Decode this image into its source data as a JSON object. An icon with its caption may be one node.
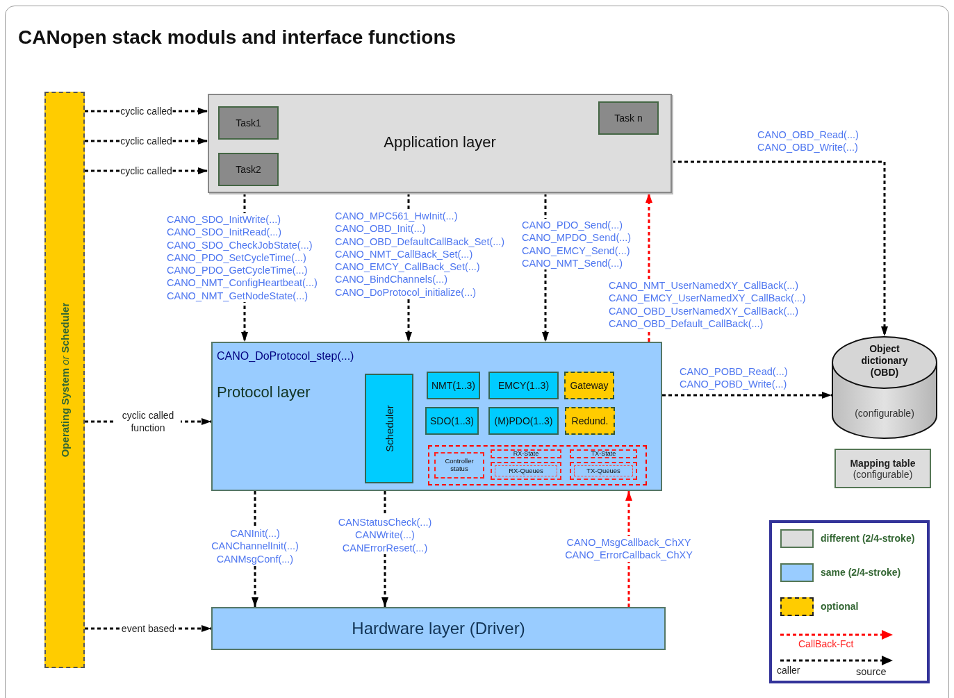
{
  "diagram": {
    "title": "CANopen stack moduls and interface functions",
    "nodes": [
      {
        "text": [
          "**Operating System** *or* **Scheduler**"
        ]
      },
      {
        "text": [
          "Application layer"
        ]
      },
      {
        "text": [
          "Task1"
        ],
        "in": 1
      },
      {
        "text": [
          "Task2"
        ],
        "in": 1
      },
      {
        "text": [
          "Task n"
        ],
        "in": 1
      },
      {
        "text": [
          "CANO_DoProtocol_step(...)",
          "Protocol layer"
        ]
      },
      {
        "text": [
          "Scheduler"
        ],
        "in": 5
      },
      {
        "text": [
          "NMT(1..3)"
        ],
        "in": 5
      },
      {
        "text": [
          "EMCY(1..3)"
        ],
        "in": 5
      },
      {
        "text": [
          "Gateway"
        ],
        "in": 5
      },
      {
        "text": [
          "SDO(1..3)"
        ],
        "in": 5
      },
      {
        "text": [
          "(M)PDO(1..3)"
        ],
        "in": 5
      },
      {
        "text": [
          "Redund."
        ],
        "in": 5
      },
      {
        "text": [],
        "shape": "box",
        "in": 5
      },
      {
        "text": [
          "Controller status"
        ],
        "in": 13
      },
      {
        "text": [
          "RX-State"
        ],
        "in": 13
      },
      {
        "text": [
          "TX-State"
        ],
        "in": 13
      },
      {
        "text": [
          "RX-Queues"
        ],
        "in": 13
      },
      {
        "text": [
          "TX-Queues"
        ],
        "in": 13
      },
      {
        "text": [
          "Hardware layer (Driver)"
        ]
      },
      {
        "text": [
          "Object dictionary (OBD)",
          "(configurable)"
        ]
      },
      {
        "text": [
          "Mapping table",
          "(configurable)"
        ]
      }
    ],
    "edges": [
      {
        "from": 0,
        "to": 1,
        "arrow": "to",
        "label": "cyclic called",
        "style": "dashed"
      },
      {
        "from": 0,
        "to": 1,
        "arrow": "to",
        "label": "cyclic called",
        "style": "dashed"
      },
      {
        "from": 0,
        "to": 1,
        "arrow": "to",
        "label": "cyclic called",
        "style": "dashed"
      },
      {
        "from": 0,
        "to": 5,
        "arrow": "to",
        "label": "cyclic called function",
        "style": "dashed"
      },
      {
        "from": 0,
        "to": 19,
        "arrow": "to",
        "label": "event based",
        "style": "dashed"
      },
      {
        "from": 1,
        "to": 5,
        "arrow": "to",
        "style": "dashed"
      },
      {
        "from": 1,
        "to": 5,
        "arrow": "to",
        "style": "dashed"
      },
      {
        "from": 1,
        "to": 5,
        "arrow": "to",
        "style": "dashed"
      },
      {
        "from": 5,
        "to": 1,
        "arrow": "to",
        "style": "dashed",
        "color": "#ff0000"
      },
      {
        "from": 1,
        "to": 20,
        "arrow": "to",
        "style": "dashed"
      },
      {
        "from": 5,
        "to": 20,
        "arrow": "to",
        "style": "dashed"
      },
      {
        "from": 5,
        "to": 19,
        "arrow": "to",
        "style": "dashed"
      },
      {
        "from": 5,
        "to": 19,
        "arrow": "to",
        "style": "dashed"
      },
      {
        "from": 19,
        "to": 5,
        "arrow": "to",
        "style": "dashed",
        "color": "#ff0000"
      }
    ],
    "labels": [
      "CANO_OBD_Read(...)",
      "CANO_OBD_Write(...)",
      "CANO_SDO_InitWrite(...)",
      "CANO_SDO_InitRead(...)",
      "CANO_SDO_CheckJobState(...)",
      "CANO_PDO_SetCycleTime(...)",
      "CANO_PDO_GetCycleTime(...)",
      "CANO_NMT_ConfigHeartbeat(...)",
      "CANO_NMT_GetNodeState(...)",
      "CANO_MPC561_HwInit(...)",
      "CANO_OBD_Init(...)",
      "CANO_OBD_DefaultCallBack_Set(...)",
      "CANO_NMT_CallBack_Set(...)",
      "CANO_EMCY_CallBack_Set(...)",
      "CANO_BindChannels(...)",
      "CANO_DoProtocol_initialize(...)",
      "CANO_PDO_Send(...)",
      "CANO_MPDO_Send(...)",
      "CANO_EMCY_Send(...)",
      "CANO_NMT_Send(...)",
      "CANO_NMT_UserNamedXY_CallBack(...)",
      "CANO_EMCY_UserNamedXY_CallBack(...)",
      "CANO_OBD_UserNamedXY_CallBack(...)",
      "CANO_OBD_Default_CallBack(...)",
      "CANO_POBD_Read(...)",
      "CANO_POBD_Write(...)",
      "CANInit(...)",
      "CANChannelInit(...)",
      "CANMsgConf(...)",
      "CANStatusCheck(...)",
      "CANWrite(...)",
      "CANErrorReset(...)",
      "CANO_MsgCallback_ChXY",
      "CANO_ErrorCallback_ChXY",
      "source"
    ],
    "legend": [
      {
        "text": "different (2/4-stroke)",
        "color": "#dddddd"
      },
      {
        "text": "same (2/4-stroke)",
        "color": "#99ccff"
      },
      {
        "text": "optional",
        "color": "#ffcc00"
      },
      {
        "text": "CallBack-Fct"
      },
      {
        "text": "caller"
      }
    ]
  }
}
